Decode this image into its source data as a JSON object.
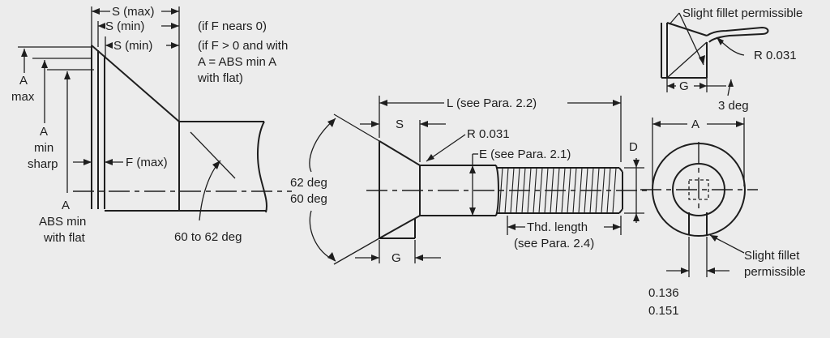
{
  "left_view": {
    "s_max": "S (max)",
    "s_min_top": "S (min)",
    "if_f_nears_0": "(if F nears 0)",
    "s_min_mid": "S (min)",
    "if_f_gt0_line1": "(if F > 0 and with",
    "if_f_gt0_line2": "A = ABS min A",
    "if_f_gt0_line3": "with flat)",
    "a_max_1": "A",
    "a_max_2": "max",
    "a_sharp_1": "A",
    "a_sharp_2": "min",
    "a_sharp_3": "sharp",
    "f_max": "F (max)",
    "a_abs_1": "A",
    "a_abs_2": "ABS min",
    "a_abs_3": "with flat",
    "angle": "60 to 62 deg"
  },
  "center_view": {
    "l_label": "L (see Para. 2.2)",
    "s_label": "S",
    "r_label": "R 0.031",
    "e_label": "E (see Para. 2.1)",
    "d_label": "D",
    "deg_1": "62 deg",
    "deg_2": "60 deg",
    "thd_1": "Thd. length",
    "thd_2": "(see Para. 2.4)",
    "g_label": "G"
  },
  "top_right_view": {
    "fillet": "Slight fillet permissible",
    "r_label": "R 0.031",
    "g_label": "G",
    "deg": "3 deg"
  },
  "end_view": {
    "a_label": "A",
    "fillet_1": "Slight fillet",
    "fillet_2": "permissible",
    "dim_1": "0.136",
    "dim_2": "0.151"
  }
}
